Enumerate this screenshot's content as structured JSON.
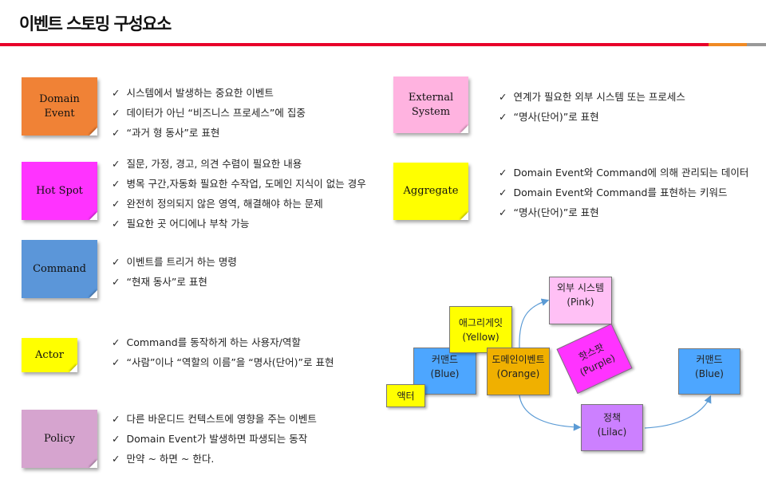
{
  "title": "이벤트 스토밍 구성요소",
  "colors": {
    "red": "#e8002a",
    "orange": "#f08a24",
    "gray": "#999999"
  },
  "components": [
    {
      "label": "Domain Event",
      "color": "#f08236",
      "bullets": [
        "시스템에서 발생하는 중요한 이벤트",
        "데이터가 아닌 “비즈니스 프로세스”에 집중",
        "“과거 형 동사”로 표현"
      ]
    },
    {
      "label": "Hot Spot",
      "color": "#ff33ff",
      "bullets": [
        "질문, 가정, 경고, 의견 수렴이 필요한 내용",
        "병목 구간,자동화 필요한 수작업, 도메인 지식이 없는 경우",
        "완전히 정의되지 않은 영역, 해결해야 하는 문제",
        "필요한 곳 어디에나 부착 가능"
      ]
    },
    {
      "label": "Command",
      "color": "#5b96d9",
      "bullets": [
        "이벤트를 트리거 하는 명령",
        "“현재 동사”로 표현"
      ]
    },
    {
      "label": "Actor",
      "color": "#ffff00",
      "bullets": [
        "Command를 동작하게 하는 사용자/역할",
        "“사람”이나 “역할의 이름”을 “명사(단어)”로 표현"
      ]
    },
    {
      "label": "Policy",
      "color": "#d6a4cf",
      "bullets": [
        "다른 바운디드 컨텍스트에 영향을 주는 이벤트",
        "Domain Event가 발생하면 파생되는 동작",
        "만약 ~ 하면 ~ 한다."
      ]
    },
    {
      "label": "External System",
      "color": "#ffb3e0",
      "bullets": [
        "연계가 필요한 외부 시스템 또는 프로세스",
        "“명사(단어)”로 표현"
      ]
    },
    {
      "label": "Aggregate",
      "color": "#ffff00",
      "bullets": [
        "Domain Event와 Command에 의해 관리되는 데이터",
        "Domain Event와 Command를 표현하는 키워드",
        "“명사(단어)”로 표현"
      ]
    }
  ],
  "diagram": {
    "command1": {
      "name": "커맨드",
      "color_name": "(Blue)",
      "color": "#4da6ff"
    },
    "aggregate": {
      "name": "애그리게잇",
      "color_name": "(Yellow)",
      "color": "#ffff00"
    },
    "actor": {
      "name": "액터",
      "color": "#ffff00"
    },
    "event": {
      "name": "도메인이벤트",
      "color_name": "(Orange)",
      "color": "#f0b000"
    },
    "external": {
      "name": "외부 시스템",
      "color_name": "(Pink)",
      "color": "#ffc0f5"
    },
    "hotspot": {
      "name": "핫스팟",
      "color_name": "(Purple)",
      "color": "#ff33ff"
    },
    "policy": {
      "name": "정책",
      "color_name": "(Lilac)",
      "color": "#cc80ff"
    },
    "command2": {
      "name": "커맨드",
      "color_name": "(Blue)",
      "color": "#4da6ff"
    }
  }
}
